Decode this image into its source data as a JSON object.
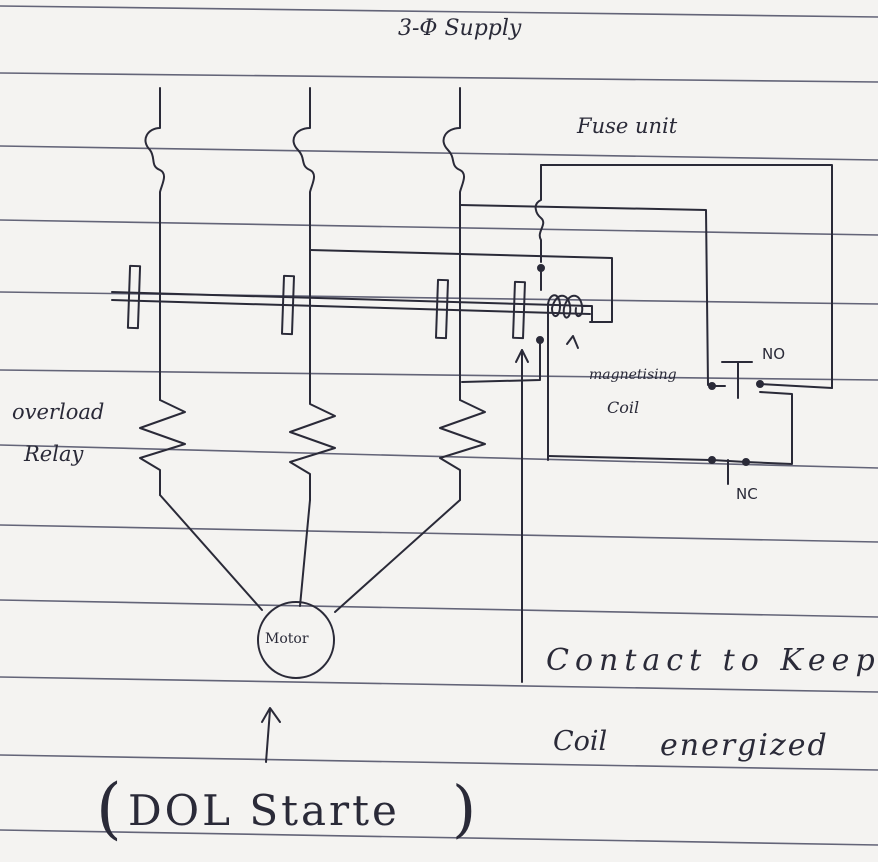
{
  "title": "3-Φ Supply",
  "labels": {
    "fuse_unit": "Fuse unit",
    "no": "NO",
    "nc": "NC",
    "magnetising_1": "magnetising",
    "magnetising_2": "Coil",
    "overload_1": "overload",
    "overload_2": "Relay",
    "motor": "Motor",
    "contact_1": "Contact to Keep",
    "contact_2": "Coil",
    "contact_3": "energized",
    "dol": "DOL Starte",
    "paren_open": "(",
    "paren_close": ")"
  },
  "colors": {
    "paper": "#f4f3f1",
    "rule_line": "#4a4c63",
    "ink": "#2a2a38"
  }
}
